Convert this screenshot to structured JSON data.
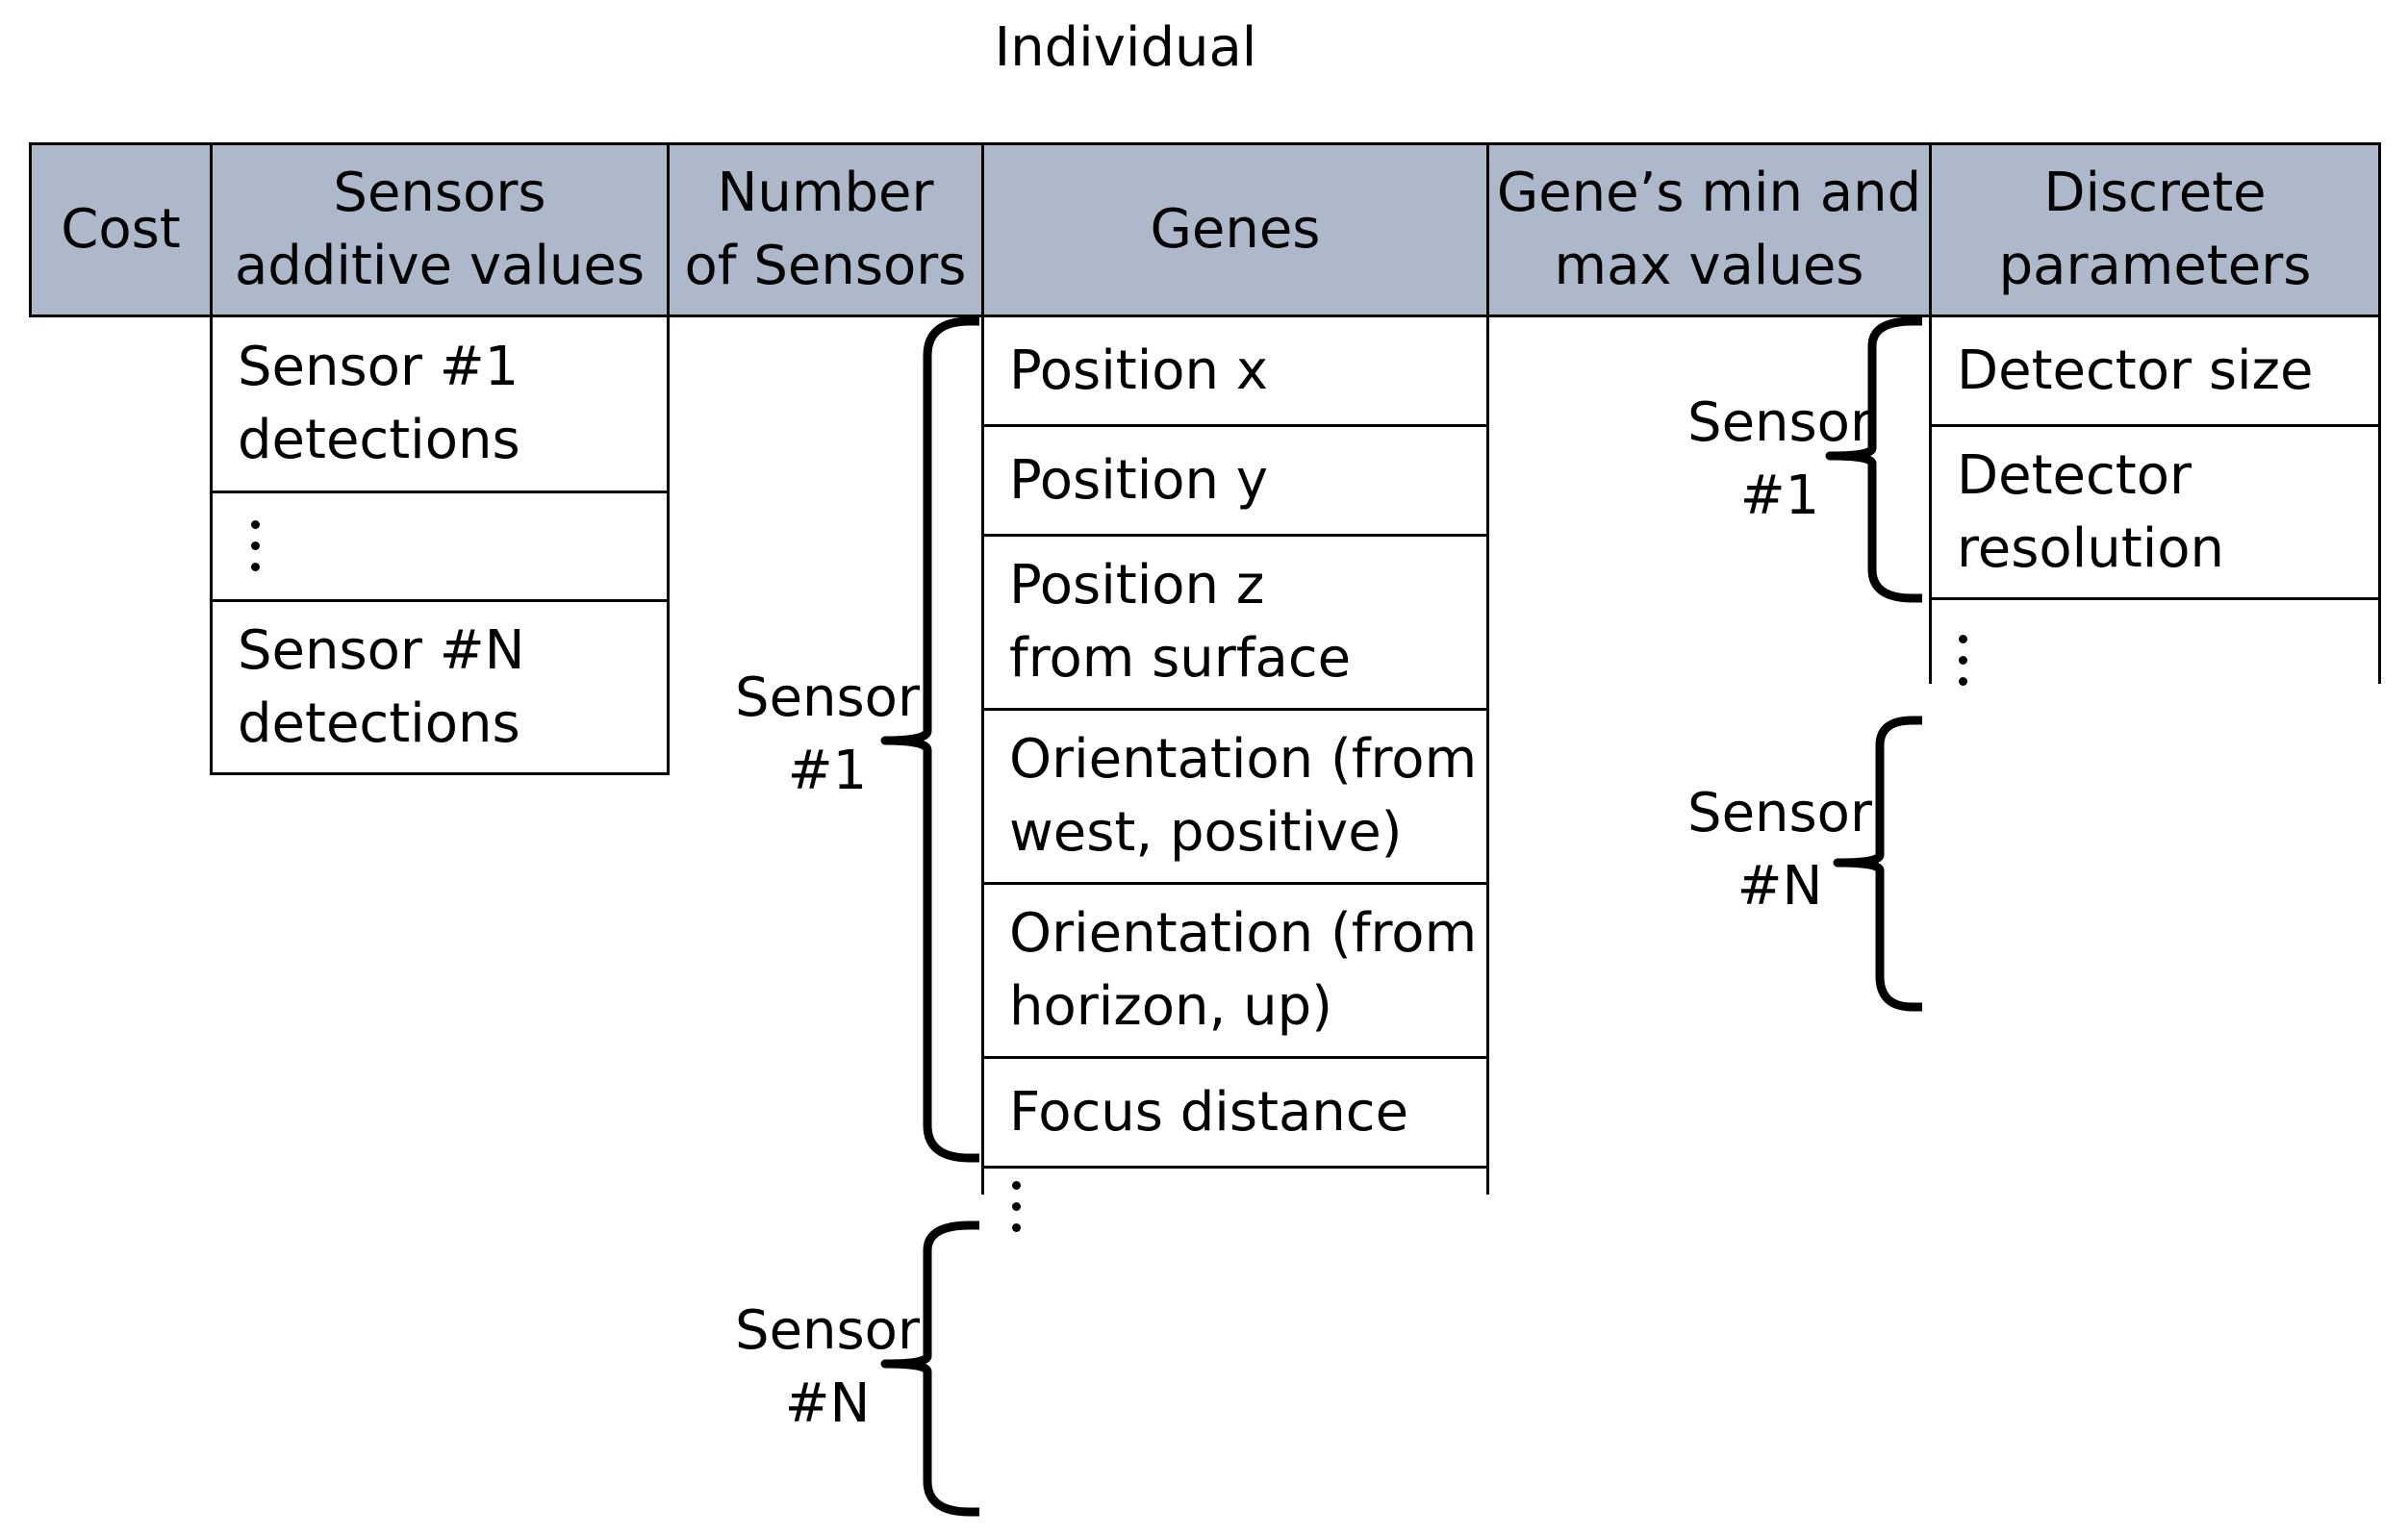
{
  "title": "Individual",
  "headers": {
    "cost": "Cost",
    "sensors_additive": "Sensors\nadditive values",
    "number_of_sensors": "Number\nof Sensors",
    "genes": "Genes",
    "gene_min_max": "Gene’s min and\nmax values",
    "discrete_parameters": "Discrete\nparameters"
  },
  "sensor_detections": {
    "first": "Sensor #1\ndetections",
    "last": "Sensor #N\ndetections"
  },
  "genes": [
    "Position x",
    "Position y",
    "Position z\nfrom surface",
    "Orientation (from\nwest, positive)",
    "Orientation (from\nhorizon, up)",
    "Focus distance"
  ],
  "discrete": [
    "Detector size",
    "Detector\nresolution"
  ],
  "brace_labels": {
    "genes_sensor_1": "Sensor\n#1",
    "genes_sensor_n": "Sensor\n#N",
    "discrete_sensor_1": "Sensor\n#1",
    "discrete_sensor_n": "Sensor\n#N"
  }
}
